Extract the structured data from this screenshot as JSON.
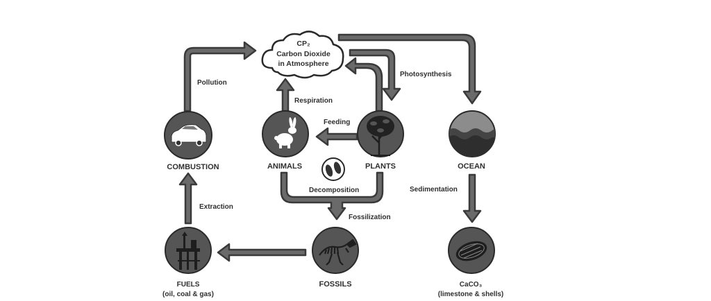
{
  "cloud": {
    "formula": "CP₂",
    "line1": "Carbon Dioxide",
    "line2": "in Atmosphere"
  },
  "nodes": {
    "combustion": "COMBUSTION",
    "animals": "ANIMALS",
    "plants": "PLANTS",
    "ocean": "OCEAN",
    "fuels_title": "FUELS",
    "fuels_sub": "(oil, coal & gas)",
    "fossils": "FOSSILS",
    "caco3_title": "CaCO₃",
    "caco3_sub": "(limestone & shells)"
  },
  "processes": {
    "pollution": "Pollution",
    "respiration": "Respiration",
    "photosynthesis": "Photosynthesis",
    "feeding": "Feeding",
    "decomposition": "Decomposition",
    "fossilization": "Fossilization",
    "extraction": "Extraction",
    "sedimentation": "Sedimentation"
  },
  "colors": {
    "arrow_fill": "#6a6a6a",
    "node_fill": "#555555",
    "outline": "#2a2a2a"
  }
}
